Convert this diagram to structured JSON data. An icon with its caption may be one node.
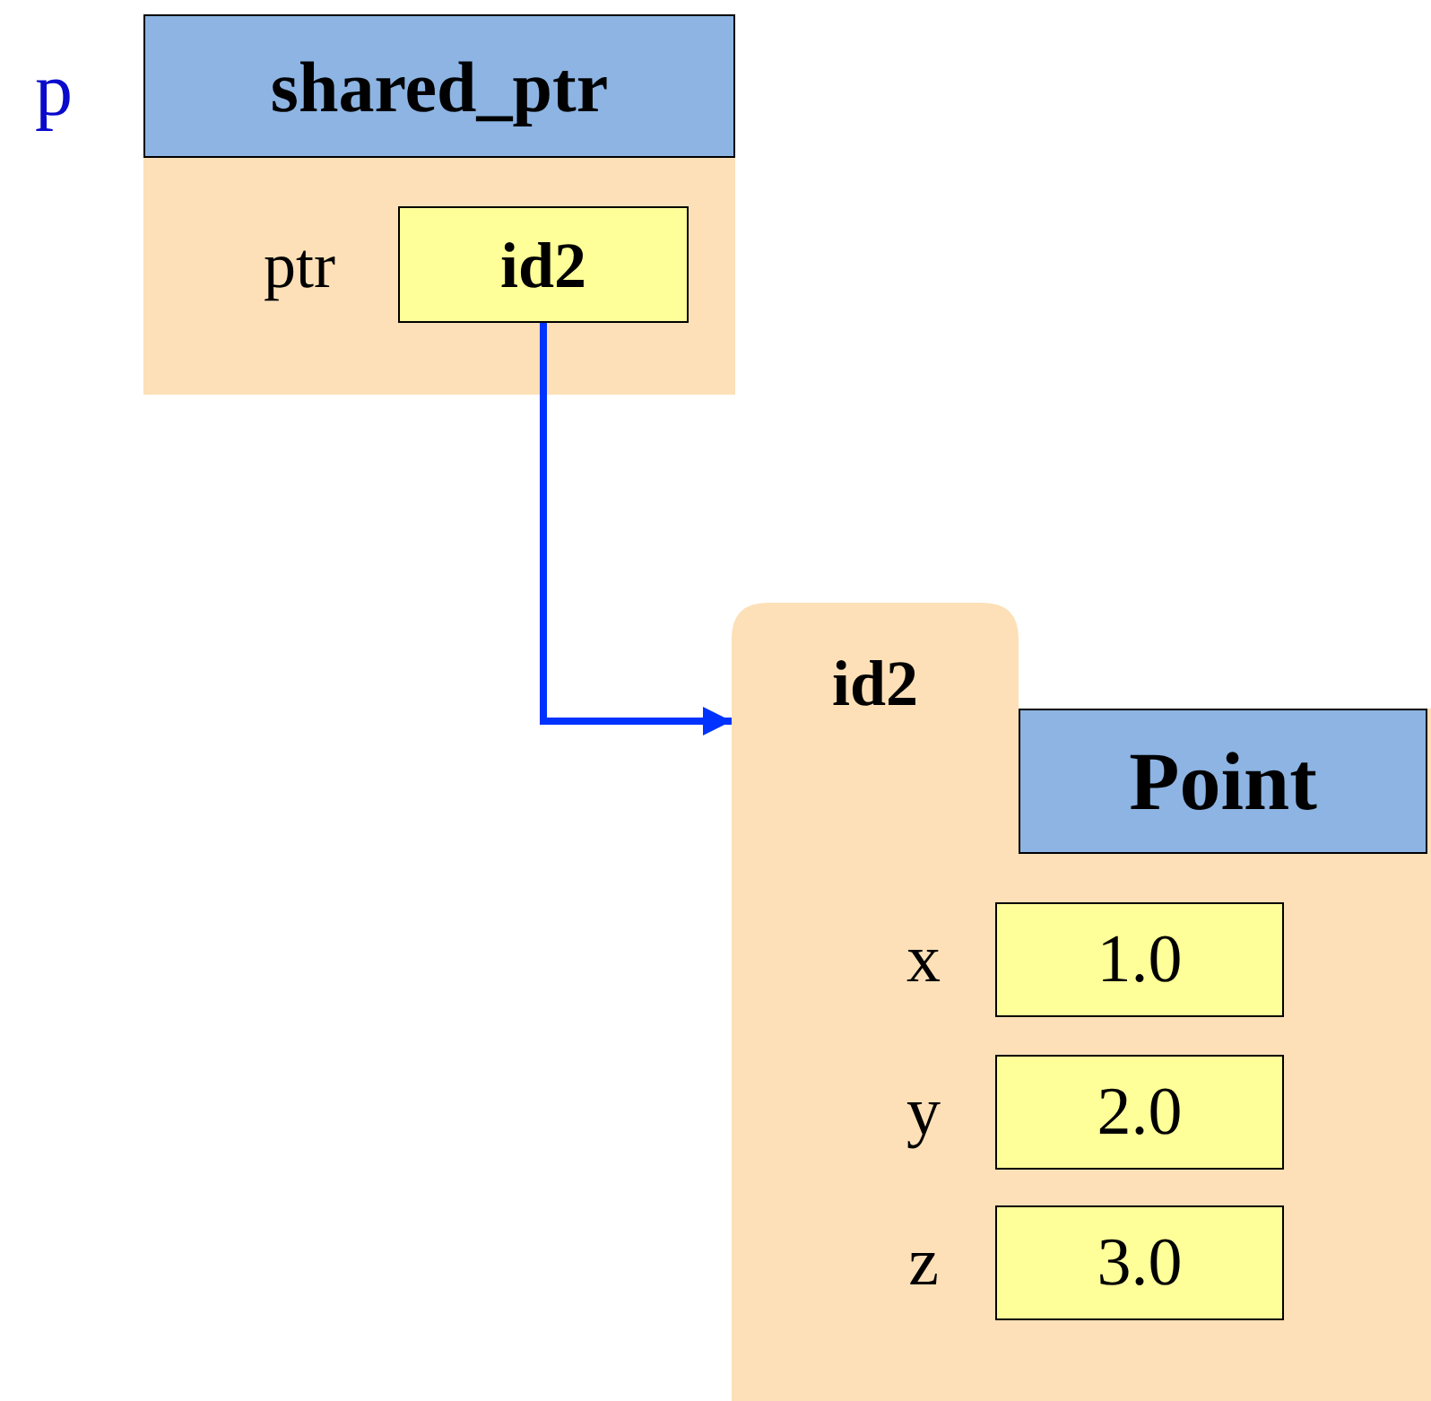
{
  "diagram": {
    "nodes": [
      {
        "text": [
          "shared_ptr"
        ],
        "beside": [
          "p"
        ]
      },
      {
        "text": [
          "id2"
        ],
        "in": 0,
        "beside": [
          "ptr"
        ]
      },
      {
        "text": [
          "id2"
        ]
      },
      {
        "text": [
          "Point"
        ],
        "in": 2
      },
      {
        "text": [
          "1.0"
        ],
        "in": 2,
        "beside": [
          "x"
        ]
      },
      {
        "text": [
          "2.0"
        ],
        "in": 2,
        "beside": [
          "y"
        ]
      },
      {
        "text": [
          "3.0"
        ],
        "in": 2,
        "beside": [
          "z"
        ]
      }
    ],
    "edges": [
      {
        "from": 1,
        "to": 2,
        "arrow": "to",
        "color": "#0033ff"
      }
    ]
  }
}
